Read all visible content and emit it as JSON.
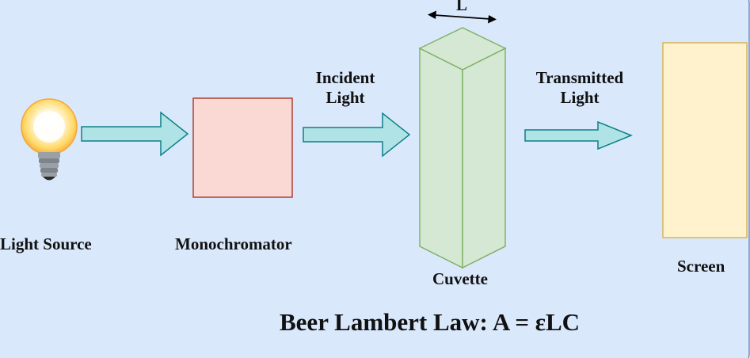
{
  "colors": {
    "background": "#dae8fc",
    "background_border": "#6c8ebf",
    "arrow_fill": "#b0e3e6",
    "arrow_stroke": "#0e8088",
    "monochromator_fill": "#fad9d5",
    "monochromator_stroke": "#ae4132",
    "cuvette_fill": "#d5e8d4",
    "cuvette_stroke": "#82b366",
    "screen_fill": "#fff2cc",
    "screen_stroke": "#d6b656",
    "bulb_glow": "#ffd966"
  },
  "labels": {
    "light_source": "Light Source",
    "monochromator": "Monochromator",
    "incident_line1": "Incident",
    "incident_line2": "Light",
    "transmitted_line1": "Transmitted",
    "transmitted_line2": "Light",
    "cuvette": "Cuvette",
    "path_length": "L",
    "screen": "Screen"
  },
  "law": "Beer Lambert Law: A = εLC",
  "icons": {
    "light_source": "light-bulb-icon",
    "flow_arrow": "block-arrow-icon",
    "path_length_arrow": "double-headed-arrow-icon"
  }
}
